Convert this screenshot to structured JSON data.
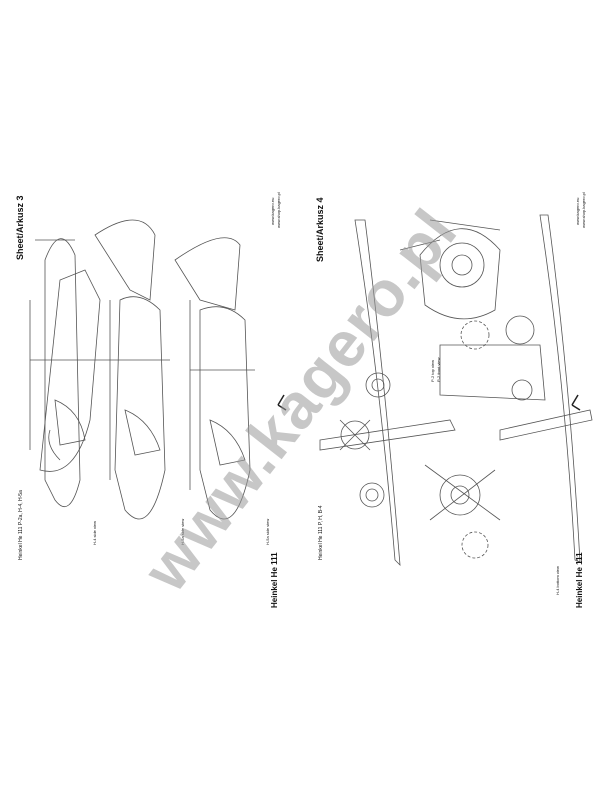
{
  "top_sheet": {
    "sheet_label": "Sheet/Arkusz 3",
    "title_main": "Heinkel He 111",
    "title_sub": "Heinkel He 111 P-2a, H-4, H-5a",
    "website_1": "www.kagero.eu",
    "website_2": "www.shop.kagero.pl",
    "caption_1": "H-4 side view",
    "caption_2": "H-5a side view",
    "caption_3": "H-5a side view",
    "logo": "kagero-logo"
  },
  "bottom_sheet": {
    "sheet_label": "Sheet/Arkusz 4",
    "title_main": "Heinkel He 111",
    "title_sub": "Heinkel He 111 P, H, B-4",
    "website_1": "www.kagero.eu",
    "website_2": "www.shop.kagero.pl",
    "caption_top": "P-2 top view",
    "caption_front": "P-2 front view",
    "caption_bottom": "H-4 bottom view",
    "logo": "kagero-logo"
  },
  "watermark": "www.kagero.pl"
}
